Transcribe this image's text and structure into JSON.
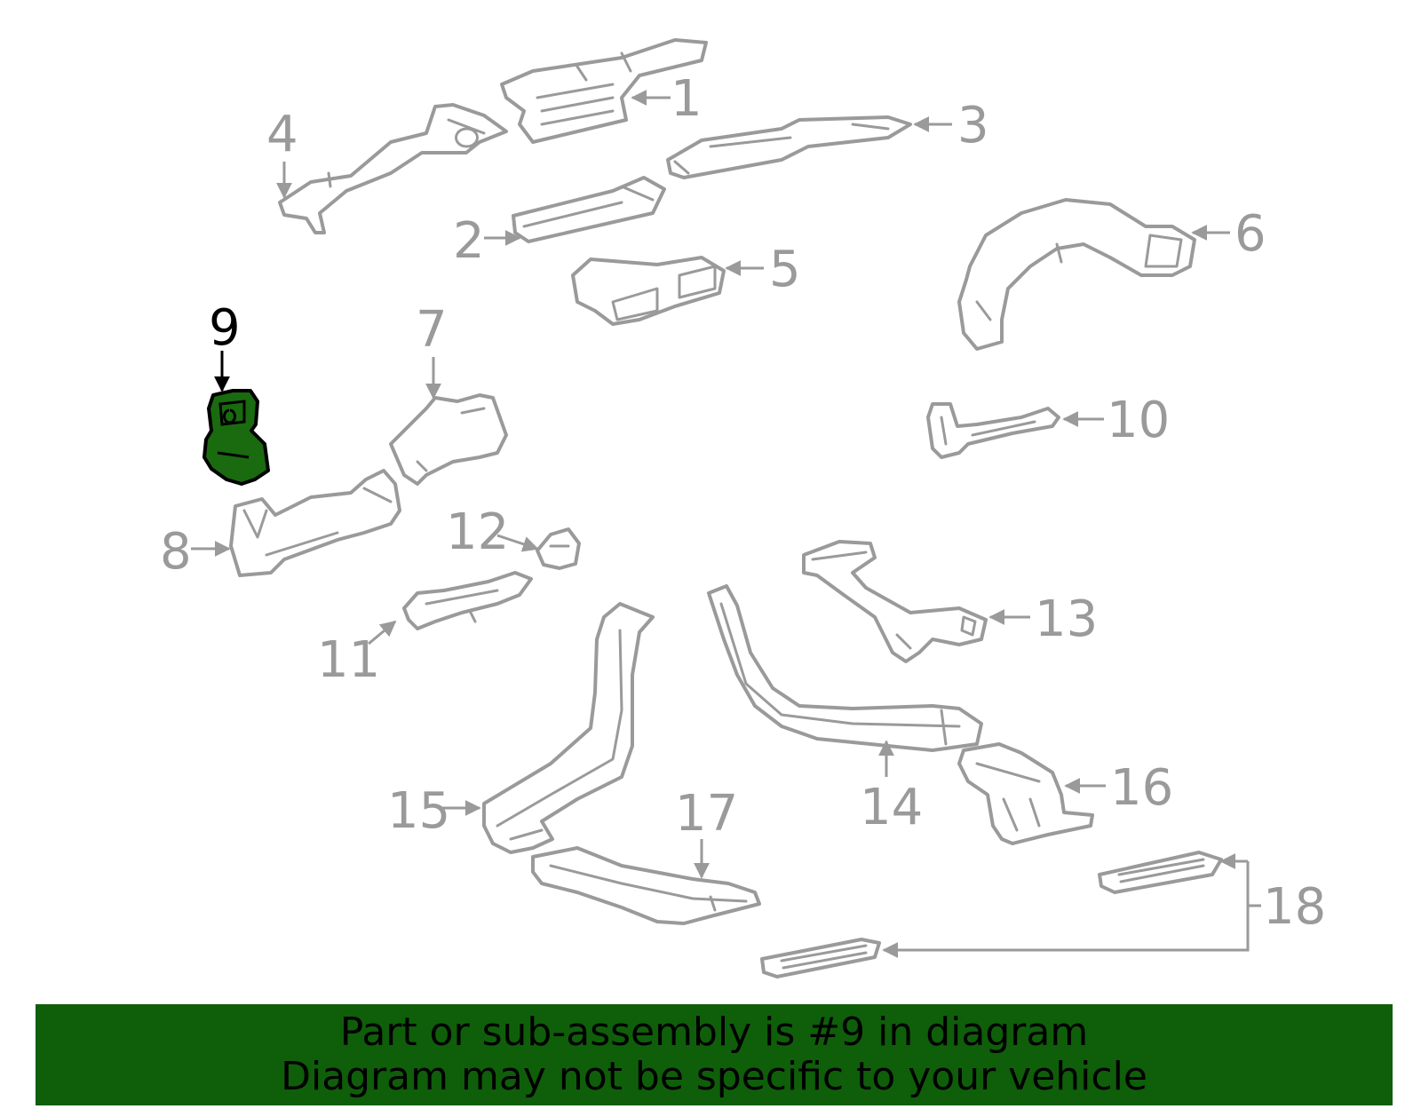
{
  "colors": {
    "highlight": "#1a6a10",
    "banner": "#0f5e0a",
    "part_line": "#9a9a9a"
  },
  "callouts": [
    "1",
    "2",
    "3",
    "4",
    "5",
    "6",
    "7",
    "8",
    "9",
    "10",
    "11",
    "12",
    "13",
    "14",
    "15",
    "16",
    "17",
    "18"
  ],
  "highlighted_part": "9",
  "banner": {
    "line1": "Part or sub-assembly is #9 in diagram",
    "line2": "Diagram may not be specific to your vehicle"
  }
}
